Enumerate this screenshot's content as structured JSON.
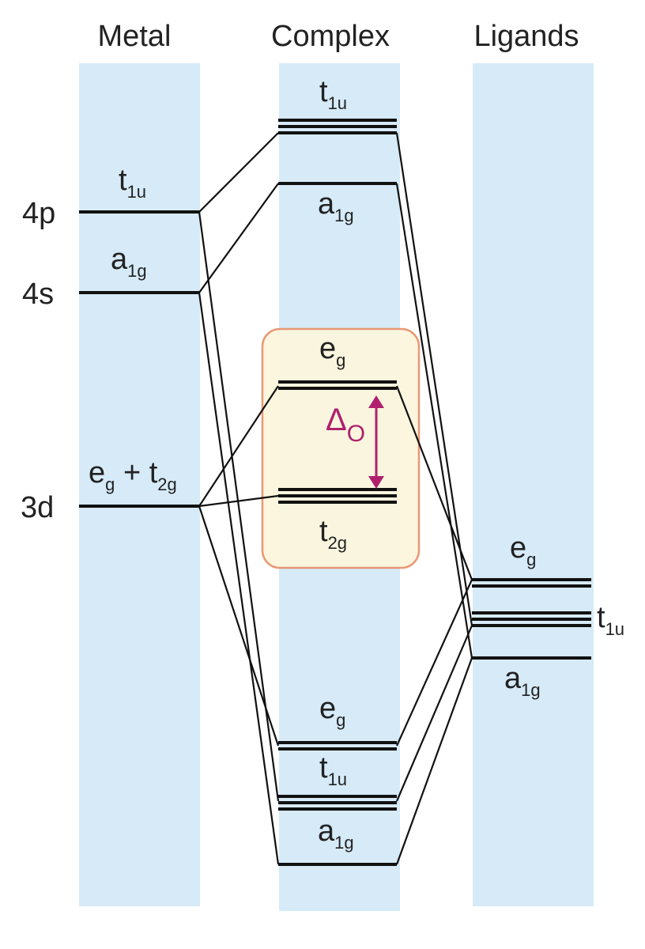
{
  "headers": {
    "metal": "Metal",
    "complex": "Complex",
    "ligands": "Ligands"
  },
  "metal_levels": [
    {
      "name": "4p",
      "sym": "t",
      "sub": "1u"
    },
    {
      "name": "4s",
      "sym": "a",
      "sub": "1g"
    },
    {
      "name": "3d",
      "sym": "e",
      "sub": "g",
      "sym2": " + t",
      "sub2": "2g"
    }
  ],
  "complex_levels": [
    {
      "sym": "t",
      "sub": "1u"
    },
    {
      "sym": "a",
      "sub": "1g"
    },
    {
      "sym": "e",
      "sub": "g"
    },
    {
      "sym": "t",
      "sub": "2g"
    },
    {
      "sym": "e",
      "sub": "g"
    },
    {
      "sym": "t",
      "sub": "1u"
    },
    {
      "sym": "a",
      "sub": "1g"
    }
  ],
  "ligand_levels": [
    {
      "sym": "e",
      "sub": "g"
    },
    {
      "sym": "t",
      "sub": "1u"
    },
    {
      "sym": "a",
      "sub": "1g"
    }
  ],
  "splitting": {
    "sym": "Δ",
    "sub": "O"
  },
  "colors": {
    "column": "#d6eaf8",
    "highlight_fill": "#fdf6dc",
    "highlight_stroke": "#e8906a",
    "delta": "#b0206e",
    "line": "#111111"
  }
}
